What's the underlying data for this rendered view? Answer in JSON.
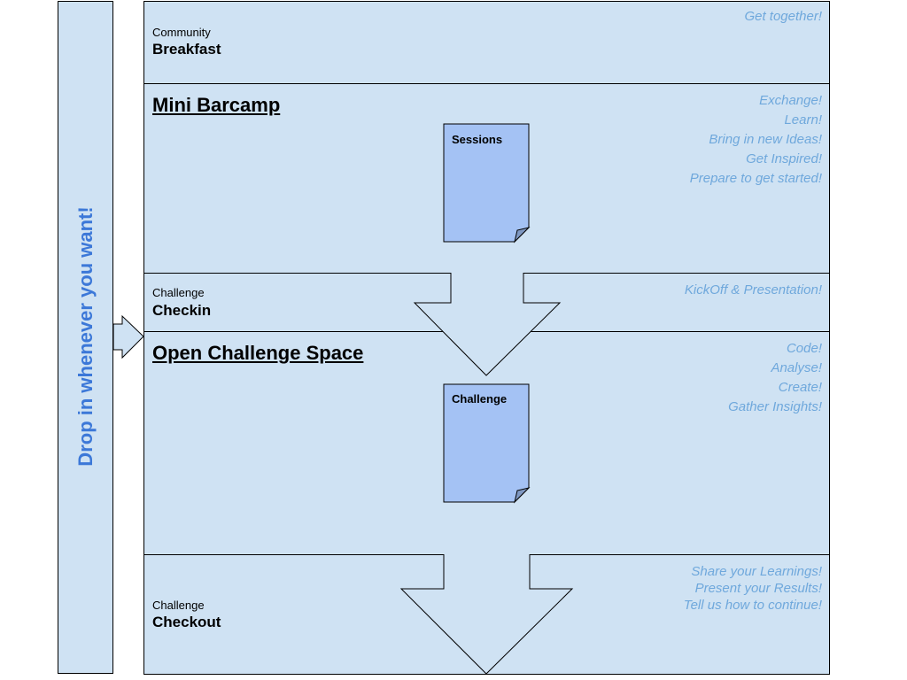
{
  "sidebar": {
    "text": "Drop in whenever you want!"
  },
  "breakfast": {
    "small": "Community",
    "big": "Breakfast",
    "notes": [
      "Get together!"
    ]
  },
  "barcamp": {
    "title": "Mini Barcamp",
    "doc": "Sessions",
    "notes": [
      "Exchange!",
      "Learn!",
      "Bring in new Ideas!",
      "Get Inspired!",
      "Prepare to get started!"
    ]
  },
  "checkin": {
    "small": "Challenge",
    "big": "Checkin",
    "notes": [
      "KickOff & Presentation!"
    ]
  },
  "space": {
    "title": "Open Challenge Space",
    "doc": "Challenge",
    "notes": [
      "Code!",
      "Analyse!",
      "Create!",
      "Gather Insights!"
    ]
  },
  "checkout": {
    "small": "Challenge",
    "big": "Checkout",
    "notes": [
      "Share your Learnings!",
      "Present your Results!",
      "Tell us how to continue!"
    ]
  },
  "colors": {
    "box_fill": "#cfe2f3",
    "doc_fill": "#a4c2f4",
    "accent": "#3c78d8",
    "note_text": "#6fa8dc"
  }
}
